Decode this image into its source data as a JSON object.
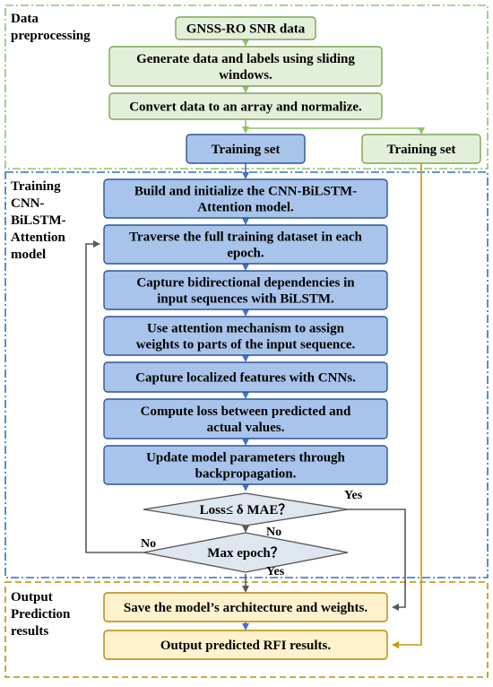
{
  "sections": {
    "preprocessing": [
      "Data",
      "preprocessing"
    ],
    "training": [
      "Training",
      "CNN-",
      "BiLSTM-",
      "Attention",
      "model"
    ],
    "output": [
      "Output",
      "Prediction",
      "results"
    ]
  },
  "boxes": {
    "snr_data": [
      "GNSS-RO SNR data"
    ],
    "sliding": [
      "Generate data and labels using sliding",
      "windows."
    ],
    "normalize": [
      "Convert data to an array and normalize."
    ],
    "train_set_left": [
      "Training set"
    ],
    "train_set_right": [
      "Training set"
    ],
    "build": [
      "Build and initialize the CNN-BiLSTM-",
      "Attention model."
    ],
    "traverse": [
      "Traverse the full training dataset in each",
      "epoch."
    ],
    "bilstm": [
      "Capture bidirectional dependencies in",
      "input sequences with BiLSTM."
    ],
    "attention": [
      "Use attention mechanism to assign",
      "weights to parts of the input sequence."
    ],
    "cnn": [
      "Capture localized features with CNNs."
    ],
    "loss": [
      "Compute loss between predicted and",
      "actual values."
    ],
    "update": [
      "Update model parameters through",
      "backpropagation."
    ],
    "save": [
      "Save the model’s architecture and weights."
    ],
    "output": [
      "Output predicted RFI results."
    ]
  },
  "decisions": {
    "loss_check": "Loss≤ δ MAE？",
    "max_epoch": "Max  epoch？"
  },
  "edge_labels": {
    "loss_yes": "Yes",
    "loss_no": "No",
    "epoch_no": "No",
    "epoch_yes": "Yes"
  },
  "colors": {
    "green_fill": "#e2f0d9",
    "green_border": "#7fa35a",
    "blue_fill": "#a9c4ea",
    "blue_border": "#2f5597",
    "yellow_fill": "#fff2cc",
    "yellow_border": "#b8860b",
    "decision_fill": "#dee6ef",
    "green_dash": "#8dc36b",
    "blue_dash": "#2e75b6",
    "gold_dash": "#bf9000",
    "arrow_blue": "#4472c4",
    "arrow_green": "#8dc36b",
    "arrow_gold": "#c79a00",
    "arrow_gray": "#595959"
  }
}
